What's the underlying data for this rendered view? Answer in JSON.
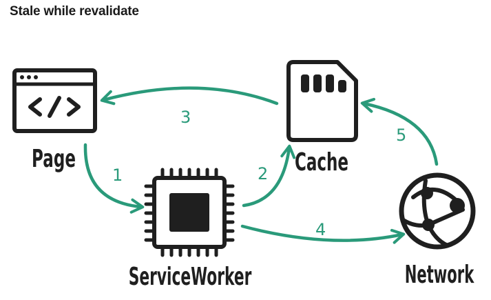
{
  "title": "Stale while revalidate",
  "nodes": {
    "page": {
      "label": "Page",
      "icon": "code-window-icon"
    },
    "cache": {
      "label": "Cache",
      "icon": "sd-card-icon"
    },
    "service_worker": {
      "label": "ServiceWorker",
      "icon": "cpu-chip-icon"
    },
    "network": {
      "label": "Network",
      "icon": "globe-network-icon"
    }
  },
  "steps": [
    "1",
    "2",
    "3",
    "4",
    "5"
  ],
  "colors": {
    "arrow": "#2a9a7a",
    "ink": "#1f1f1f",
    "background": "#ffffff"
  }
}
